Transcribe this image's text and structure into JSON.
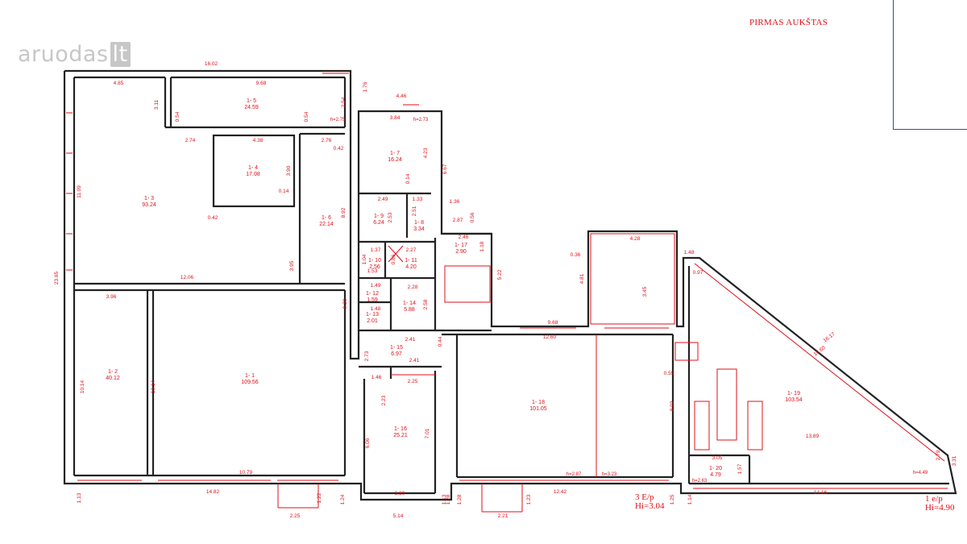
{
  "watermark": {
    "brand": "aruodas",
    "tld": "lt"
  },
  "heading": "PIRMAS AUKŠTAS",
  "rooms": [
    {
      "id": "1- 1",
      "area": "109.56"
    },
    {
      "id": "1- 2",
      "area": "40.12"
    },
    {
      "id": "1- 3",
      "area": "93.24"
    },
    {
      "id": "1- 4",
      "area": "17.08"
    },
    {
      "id": "1- 5",
      "area": "24.59"
    },
    {
      "id": "1- 6",
      "area": "22.14"
    },
    {
      "id": "1- 7",
      "area": "16.24"
    },
    {
      "id": "1- 8",
      "area": "3.34"
    },
    {
      "id": "1- 9",
      "area": "6.24"
    },
    {
      "id": "1- 10",
      "area": "2.56"
    },
    {
      "id": "1- 11",
      "area": "4.20"
    },
    {
      "id": "1- 12",
      "area": "1.59"
    },
    {
      "id": "1- 13",
      "area": "2.01"
    },
    {
      "id": "1- 14",
      "area": "5.88"
    },
    {
      "id": "1- 15",
      "area": "6.97"
    },
    {
      "id": "1- 16",
      "area": "25.21"
    },
    {
      "id": "1- 17",
      "area": "2.90"
    },
    {
      "id": "1- 18",
      "area": "101.05"
    },
    {
      "id": "1- 19",
      "area": "103.54"
    },
    {
      "id": "1- 20",
      "area": "4.79"
    }
  ],
  "dimensions": [
    "16.02",
    "4.85",
    "9.68",
    "3.11",
    "2.54",
    "0.54",
    "0.54",
    "2.74",
    "4.38",
    "2.76",
    "3.90",
    "0.14",
    "0.42",
    "11.09",
    "12.06",
    "3.95",
    "0.42",
    "8.92",
    "1.76",
    "4.46",
    "3.84",
    "4.23",
    "6.67",
    "0.14",
    "2.49",
    "1.33",
    "2.53",
    "2.51",
    "1.36",
    "2.87",
    "0.56",
    "1.37",
    "1.04",
    "0.86",
    "2.27",
    "1.53",
    "2.46",
    "1.18",
    "5.22",
    "1.49",
    "2.28",
    "1.48",
    "2.58",
    "0.30",
    "23.65",
    "3.96",
    "10.14",
    "10.14",
    "2.73",
    "2.41",
    "2.41",
    "0.44",
    "1.46",
    "2.25",
    "2.23",
    "6.06",
    "7.01",
    "3.80",
    "5.14",
    "10.79",
    "14.82",
    "2.25",
    "1.22",
    "1.24",
    "1.13",
    "1.28",
    "1.23",
    "2.21",
    "12.42",
    "1.28",
    "9.68",
    "12.60",
    "0.36",
    "4.81",
    "4.28",
    "3.45",
    "1.48",
    "0.97",
    "16.17",
    "15.60",
    "0.55",
    "8.02",
    "3.05",
    "1.57",
    "13.89",
    "2.79",
    "3.31",
    "14.16",
    "1.14",
    "1.25",
    "1.13"
  ],
  "heights": [
    "h=2.75",
    "h=2.73",
    "h=2.87",
    "h=3.23",
    "h=2.63",
    "h=4.49"
  ],
  "notes": [
    {
      "line1": "3 E/p",
      "line2": "Hi=3.04"
    },
    {
      "line1": "1 e/p",
      "line2": "Hi=4.90"
    }
  ]
}
